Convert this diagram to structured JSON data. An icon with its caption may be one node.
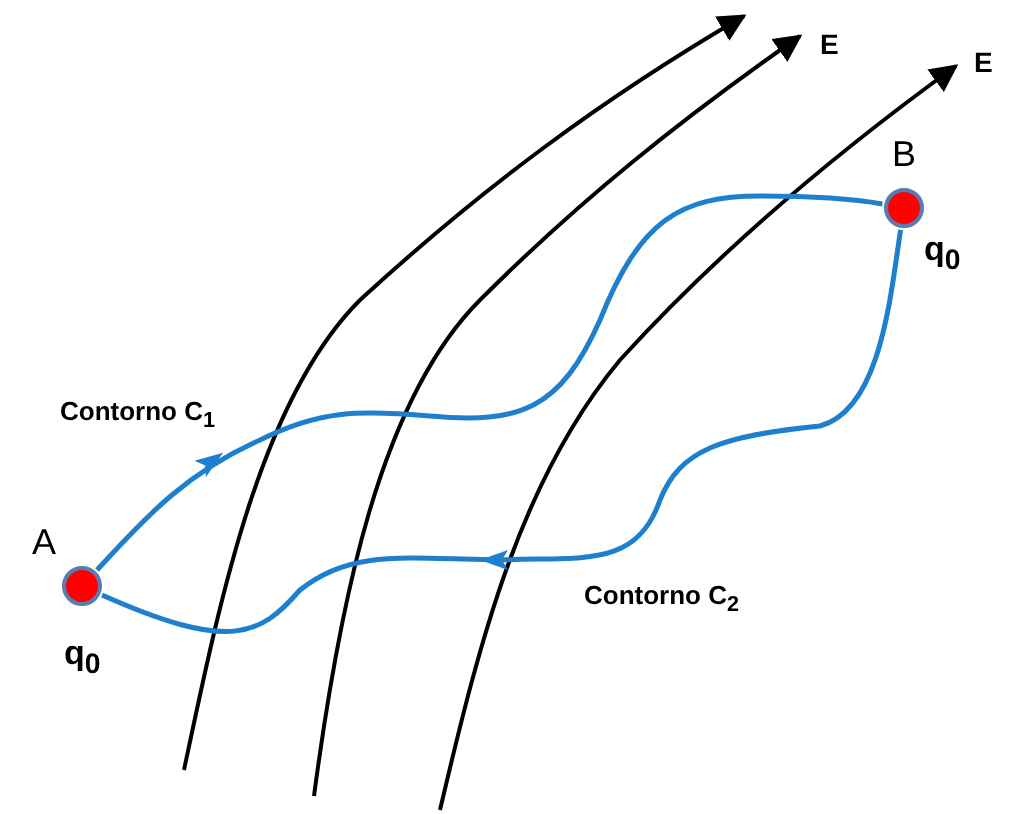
{
  "diagram": {
    "nodes": [
      {
        "text": [],
        "shape": "circle",
        "beside": [
          "A",
          "q$_{0}$"
        ]
      },
      {
        "text": [],
        "shape": "circle",
        "beside": [
          "B",
          "q$_{0}$"
        ]
      }
    ],
    "edges": [
      {
        "from": 0,
        "to": 1,
        "arrow": "to",
        "label": "Contorno C$_{1}$"
      },
      {
        "from": 1,
        "to": 0,
        "arrow": "to",
        "label": "Contorno C$_{2}$"
      }
    ],
    "labels": [
      "E",
      "E"
    ]
  }
}
